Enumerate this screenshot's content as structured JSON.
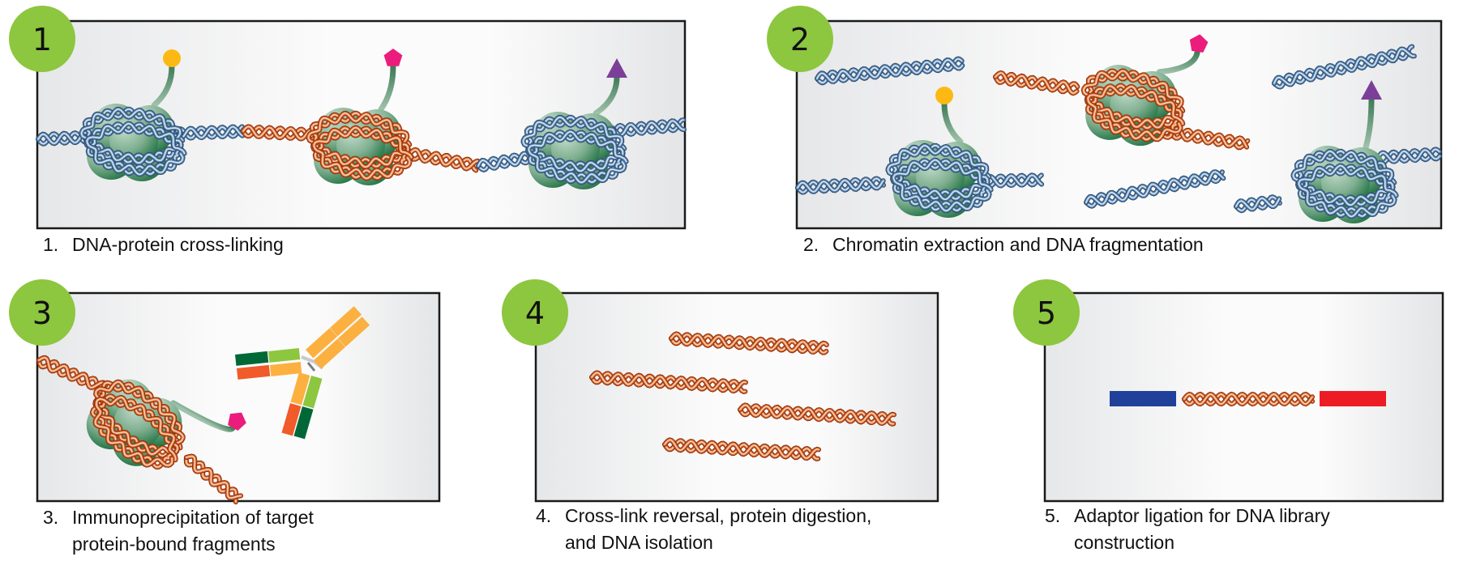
{
  "title": "ChIP-seq workflow",
  "colors": {
    "step_badge": "#8dc63f",
    "frame_border": "#1a1a1a",
    "panel_bg_edge": "#e6e7e9",
    "panel_bg_center": "#fbfbfb",
    "dna_blue": "#5b86b3",
    "dna_blue_light": "#d7e6f4",
    "dna_blue_dark": "#2c4a6b",
    "dna_orange": "#d9652c",
    "dna_orange_light": "#fbd3b5",
    "dna_orange_dark": "#8a2f0c",
    "histone_light": "#b5d3c0",
    "histone_dark": "#1f7a45",
    "marker_circle": "#fdb913",
    "marker_pentagon": "#ec1c7c",
    "marker_triangle": "#7b3f98",
    "antibody_dark_green": "#006837",
    "antibody_light_green": "#8dc63f",
    "antibody_orange": "#f15a29",
    "antibody_yellow": "#fbb040",
    "adaptor_left": "#21409a",
    "adaptor_right": "#ed1c24"
  },
  "steps": [
    {
      "number": "1",
      "label_num": "1.",
      "label_line1": "DNA-protein cross-linking",
      "label_line2": ""
    },
    {
      "number": "2",
      "label_num": "2.",
      "label_line1": "Chromatin extraction and DNA fragmentation",
      "label_line2": ""
    },
    {
      "number": "3",
      "label_num": "3.",
      "label_line1": "Immunoprecipitation of target",
      "label_line2": "protein-bound fragments"
    },
    {
      "number": "4",
      "label_num": "4.",
      "label_line1": "Cross-link reversal, protein digestion,",
      "label_line2": "and DNA isolation"
    },
    {
      "number": "5",
      "label_num": "5.",
      "label_line1": "Adaptor ligation for DNA library",
      "label_line2": "construction"
    }
  ],
  "legend_icons": {
    "marker_circle": "histone-modification-circle-icon",
    "marker_pentagon": "histone-modification-pentagon-icon",
    "marker_triangle": "histone-modification-triangle-icon",
    "antibody": "antibody-icon",
    "nucleosome": "nucleosome-icon",
    "dna": "dna-double-helix-icon"
  }
}
